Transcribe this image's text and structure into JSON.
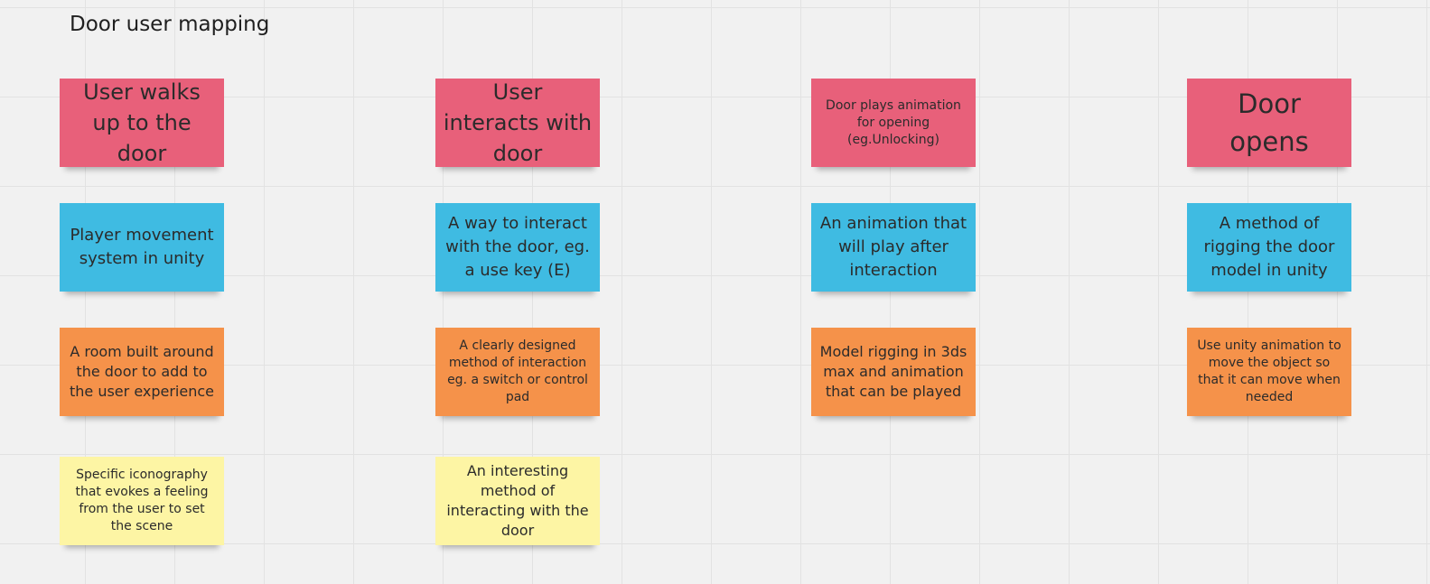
{
  "board": {
    "title": "Door user mapping"
  },
  "colors": {
    "background": "#f1f1f1",
    "grid": "#e2e2e2",
    "pink": "#e8607a",
    "blue": "#3fbbe2",
    "orange": "#f5924a",
    "yellow": "#fdf5a4"
  },
  "columns": [
    {
      "stage": "User walks up to the door",
      "need": "Player movement system in unity",
      "design": "A room built around the door to add to the user experience",
      "extra": "Specific iconography that evokes a feeling from the user to set the scene"
    },
    {
      "stage": "User interacts with door",
      "need": "A way to interact with the door, eg. a use key (E)",
      "design": "A clearly designed method of interaction eg. a switch or control pad",
      "extra": "An interesting method of interacting with the door"
    },
    {
      "stage": "Door plays animation for opening (eg.Unlocking)",
      "need": "An animation that will play after interaction",
      "design": "Model rigging in 3ds max and animation that can be played"
    },
    {
      "stage": "Door opens",
      "need": "A method of rigging the door model in unity",
      "design": "Use unity animation to move the object so that it can move when needed"
    }
  ]
}
